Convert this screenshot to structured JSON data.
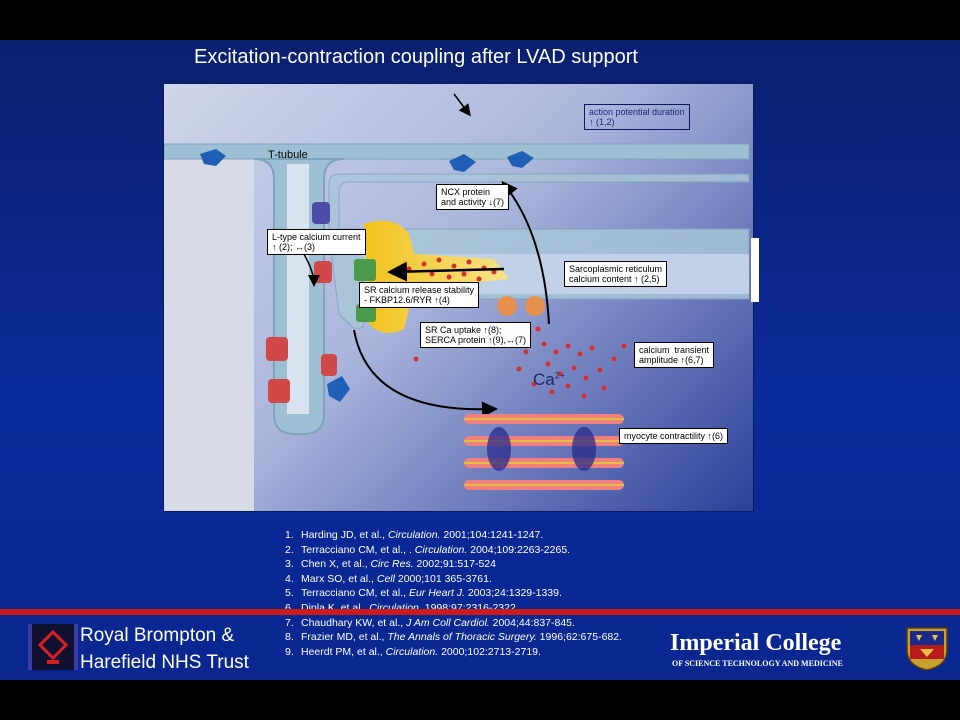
{
  "slide": {
    "title": "Excitation-contraction coupling after LVAD support"
  },
  "diagram": {
    "labels": {
      "t_tubule": "T-tubule",
      "top_right_box": "action potential duration\n↑ (1,2)",
      "ncx": "NCX protein\nand activity ↓(7)",
      "l_type": "L-type calcium current\n↑ (2); ↔(3)",
      "sr_content": "Sarcoplasmic reticulum\ncalcium content ↑ (2,5)",
      "sr_release": "SR calcium release stability\n- FKBP12.6/RYR ↑(4)",
      "sr_uptake": "SR Ca uptake ↑(8);\nSERCA protein ↑(9),↔(7)",
      "transient": "calcium  transient\namplitude ↑(6,7)",
      "ca": "Ca",
      "ca_sup": "2+",
      "contractility": "myocyte contractility ↑(6)"
    },
    "colors": {
      "membrane": "#8fb0c8",
      "sr_yellow": "#f2c21c",
      "ca_dots": "#d43030",
      "channel": "#d04848"
    }
  },
  "references": [
    {
      "num": "1.",
      "pre": "Harding JD, et al., ",
      "journal": "Circulation.",
      "post": " 2001;104:1241-1247."
    },
    {
      "num": "2.",
      "pre": "Terracciano CM, et al., . ",
      "journal": "Circulation.",
      "post": " 2004;109:2263-2265."
    },
    {
      "num": "3.",
      "pre": "Chen X, et al., ",
      "journal": "Circ Res.",
      "post": " 2002;91:517-524"
    },
    {
      "num": "4.",
      "pre": "Marx SO, et al., ",
      "journal": "Cell",
      "post": " 2000;101 365-3761."
    },
    {
      "num": "5.",
      "pre": "Terracciano CM, et al., ",
      "journal": "Eur Heart J.",
      "post": " 2003;24:1329-1339."
    },
    {
      "num": "6.",
      "pre": "Dipla K, et al., ",
      "journal": "Circulation.",
      "post": " 1998;97:2316-2322."
    },
    {
      "num": "7.",
      "pre": "Chaudhary KW, et al., ",
      "journal": "J Am Coll Cardiol.",
      "post": " 2004;44:837-845."
    },
    {
      "num": "8.",
      "pre": "Frazier MD, et al., ",
      "journal": "The Annals of Thoracic Surgery.",
      "post": " 1996;62:675-682."
    },
    {
      "num": "9.",
      "pre": "Heerdt PM, et al., ",
      "journal": "Circulation.",
      "post": " 2000;102:2713-2719."
    }
  ],
  "footer": {
    "rb_line1": "Royal Brompton  &",
    "rb_line2": "Harefield NHS Trust",
    "ic_title": "Imperial College",
    "ic_subtitle": "OF SCIENCE TECHNOLOGY AND MEDICINE"
  }
}
